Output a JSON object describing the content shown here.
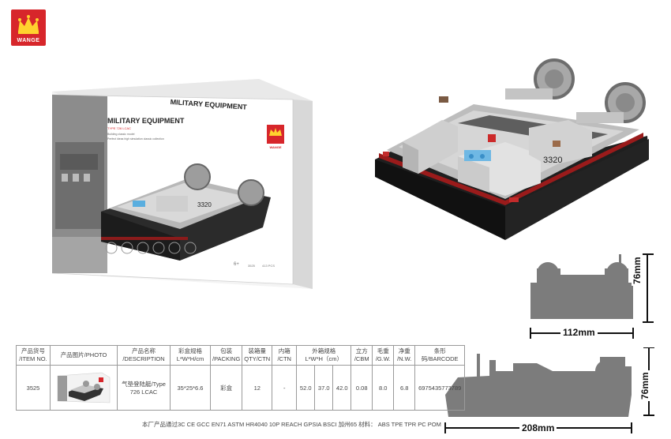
{
  "logo": {
    "text": "WANGE",
    "color": "#d7262b"
  },
  "box": {
    "title": "MILITARY EQUIPMENT",
    "subtitle": "TYPE 726 LCAC",
    "tagline1": "Building classic model",
    "tagline2": "Perfect ideas high simulation classic collection",
    "brand": "WANGE",
    "age": "6+",
    "item_no": "3525",
    "pcs": "413 PCS",
    "hull_number": "3320"
  },
  "product": {
    "hull_number": "3320"
  },
  "dimensions": {
    "front_height": "76mm",
    "front_width": "112mm",
    "side_height": "76mm",
    "side_length": "208mm"
  },
  "table": {
    "headers": [
      {
        "cn": "产品货号",
        "en": "/ITEM NO."
      },
      {
        "cn": "产品图片/PHOTO",
        "en": ""
      },
      {
        "cn": "产品名称",
        "en": "/DESCRIPTION"
      },
      {
        "cn": "彩盒规格",
        "en": "L*W*H/cm"
      },
      {
        "cn": "包装",
        "en": "/PACKING"
      },
      {
        "cn": "装箱量",
        "en": "QTY/CTN"
      },
      {
        "cn": "内箱",
        "en": "/CTN"
      },
      {
        "cn": "外箱规格",
        "en": "L*W*H（cm）"
      },
      {
        "cn": "立方",
        "en": "/CBM"
      },
      {
        "cn": "毛重",
        "en": "/G.W."
      },
      {
        "cn": "净重",
        "en": "/N.W."
      },
      {
        "cn": "条形码/BARCODE",
        "en": ""
      }
    ],
    "row": {
      "item_no": "3525",
      "description_line1": "气垫登陆艇/Type",
      "description_line2": "726 LCAC",
      "box_size": "35*25*6.6",
      "packing": "彩盒",
      "qty": "12",
      "inner": "-",
      "outer_l": "52.0",
      "outer_w": "37.0",
      "outer_h": "42.0",
      "cbm": "0.08",
      "gw": "8.0",
      "nw": "6.8",
      "barcode": "6975435773789"
    },
    "footnote": "本厂产品通过3C  CE  GCC  EN71  ASTM  HR4040 10P  REACH  GPSIA  BSCI  加州65    材料：  ABS TPE TPR PC POM"
  }
}
